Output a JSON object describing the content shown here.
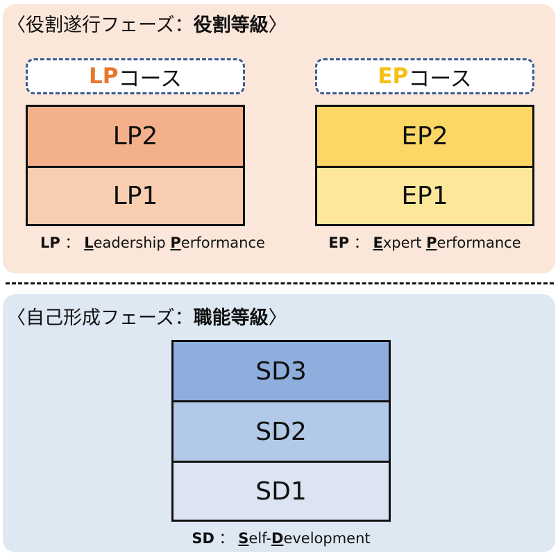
{
  "role_phase": {
    "bracket_open": "〈",
    "prefix": "役割遂行フェーズ：",
    "bold": "役割等級",
    "bracket_close": "〉",
    "lp": {
      "code": "LP",
      "code_color": "#e8772e",
      "course_label": "コース",
      "levels": [
        "LP2",
        "LP1"
      ],
      "level_colors": [
        "#f3b08a",
        "#f8cdb0"
      ],
      "legend": {
        "abbr": "LP",
        "sep": "：",
        "w1_initial": "L",
        "w1_rest": "eadership",
        "w2_initial": "P",
        "w2_rest": "erformance"
      }
    },
    "ep": {
      "code": "EP",
      "code_color": "#f5c116",
      "course_label": "コース",
      "levels": [
        "EP2",
        "EP1"
      ],
      "level_colors": [
        "#fcd766",
        "#fde89a"
      ],
      "legend": {
        "abbr": "EP",
        "sep": "：",
        "w1_initial": "E",
        "w1_rest": "xpert",
        "w2_initial": "P",
        "w2_rest": "erformance"
      }
    }
  },
  "self_phase": {
    "bracket_open": "〈",
    "prefix": "自己形成フェーズ：",
    "bold": "職能等級",
    "bracket_close": "〉",
    "sd": {
      "levels": [
        "SD3",
        "SD2",
        "SD1"
      ],
      "level_colors": [
        "#8eaedd",
        "#b3c9e8",
        "#dce3f3"
      ],
      "legend": {
        "abbr": "SD",
        "sep": "：",
        "w1_initial": "S",
        "w1_rest": "elf-",
        "w2_initial": "D",
        "w2_rest": "evelopment"
      }
    }
  }
}
